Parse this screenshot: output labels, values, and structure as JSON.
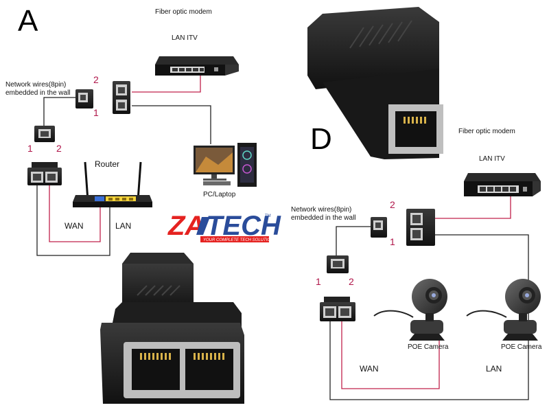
{
  "panel_a": {
    "letter": "A",
    "modem_title": "Fiber optic modem",
    "lan_itv": "LAN ITV",
    "wall_wires": [
      "Network wires(8pin)",
      "embedded in the wall"
    ],
    "num_2_top": "2",
    "num_1_mid": "1",
    "num_1_left": "1",
    "num_2_left": "2",
    "router": "Router",
    "wan": "WAN",
    "lan": "LAN",
    "pc_laptop": "PC/Laptop"
  },
  "panel_d": {
    "letter": "D",
    "modem_title": "Fiber optic modem",
    "lan_itv": "LAN ITV",
    "wall_wires": [
      "Network wires(8pin)",
      "embedded in the wall"
    ],
    "num_2_top": "2",
    "num_1_mid": "1",
    "num_1_left": "1",
    "num_2_left": "2",
    "poe_camera_1": "POE Camera",
    "poe_camera_2": "POE Camera",
    "wan": "WAN",
    "lan": "LAN"
  },
  "logo": {
    "brand": "ZAYTECH",
    "tagline": "YOUR COMPLETE TECH SOLUTION",
    "tm": "TM"
  },
  "colors": {
    "wire": "#222222",
    "red_wire": "#c0204a",
    "number": "#b0164a",
    "logo_red": "#e52220",
    "logo_blue": "#2a4c9a",
    "connector_body": "#1a1a1a",
    "port_metal": "#c8c8c8",
    "router_yellow": "#f4d43a",
    "router_blue": "#3a6fd8"
  }
}
